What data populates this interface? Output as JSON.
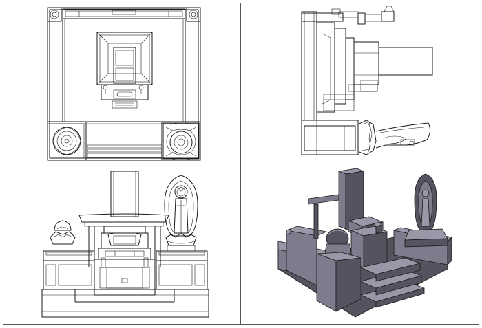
{
  "viewports": [
    {
      "id": "top",
      "view": "top-orthographic"
    },
    {
      "id": "side",
      "view": "side-orthographic"
    },
    {
      "id": "front",
      "view": "front-orthographic"
    },
    {
      "id": "perspective",
      "view": "shaded-perspective"
    }
  ],
  "colors": {
    "background": "#ffffff",
    "frame": "#555555",
    "line": "#1a1a1a",
    "shade_light": "#9a98a8",
    "shade_mid": "#7d7b8c",
    "shade_dark": "#55535f"
  }
}
